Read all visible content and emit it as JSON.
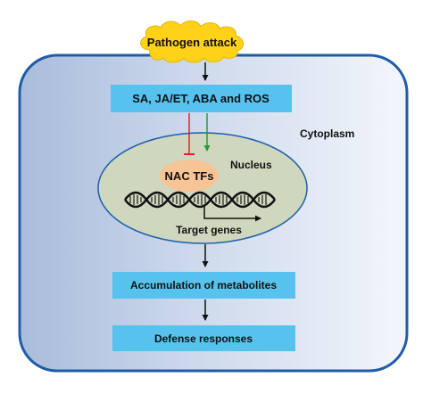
{
  "diagram": {
    "trigger": "Pathogen attack",
    "signals": "SA, JA/ET, ABA and ROS",
    "cytoplasm_label": "Cytoplasm",
    "nucleus_label": "Nucleus",
    "tf_label": "NAC TFs",
    "target_label": "Target genes",
    "step1": "Accumulation of metabolites",
    "step2": "Defense responses"
  }
}
